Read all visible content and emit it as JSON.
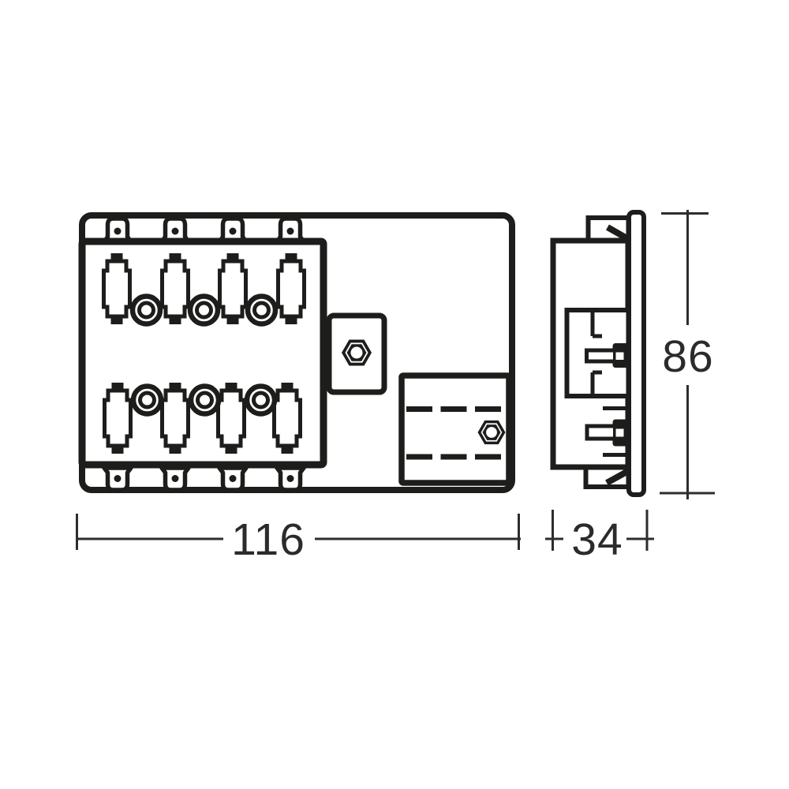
{
  "drawing": {
    "dimensions": {
      "width": {
        "value": "116"
      },
      "depth": {
        "value": "34"
      },
      "height": {
        "value": "86"
      }
    },
    "icons": {
      "hex_nut": "⬢"
    },
    "colors": {
      "line": "#1d1d1b",
      "dimension_line": "#2d2d2d",
      "dimension_text": "#2b2b2b",
      "background": "#ffffff"
    }
  }
}
